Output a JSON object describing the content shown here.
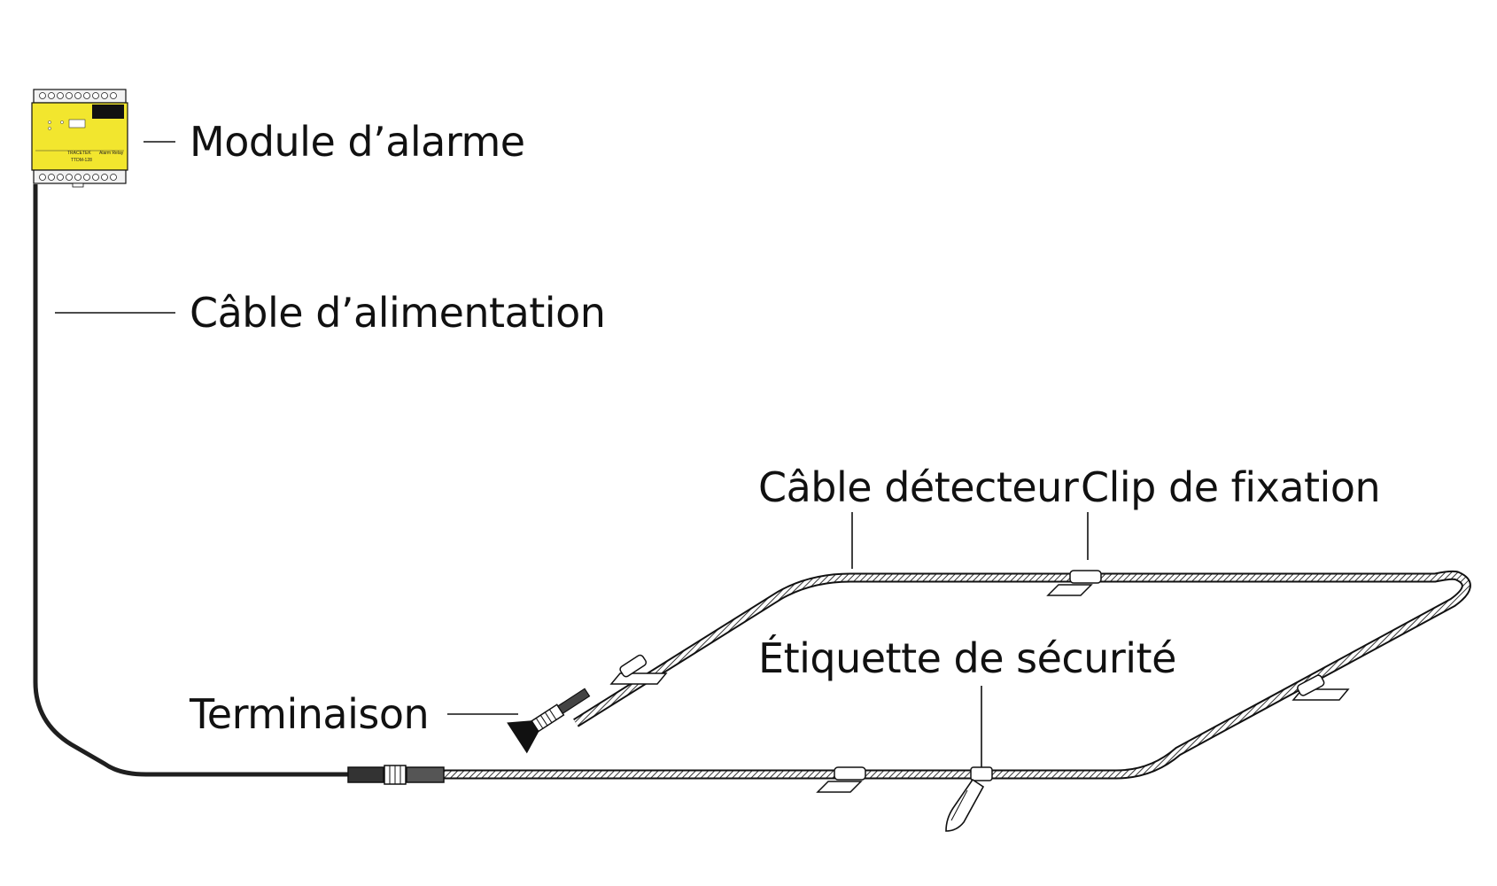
{
  "labels": {
    "module_alarme": "Module d’alarme",
    "cable_alimentation": "Câble d’alimentation",
    "terminaison": "Terminaison",
    "cable_detecteur": "Câble détecteur",
    "clip_fixation": "Clip de fixation",
    "etiquette_securite": "Étiquette de sécurité"
  },
  "module": {
    "brand": "TRACETEK",
    "model": "TTDM-128",
    "subtitle": "Alarm Relay"
  },
  "colors": {
    "module_yellow": "#f2e62e",
    "cable_dark": "#1f1f1f",
    "line": "#111111"
  }
}
